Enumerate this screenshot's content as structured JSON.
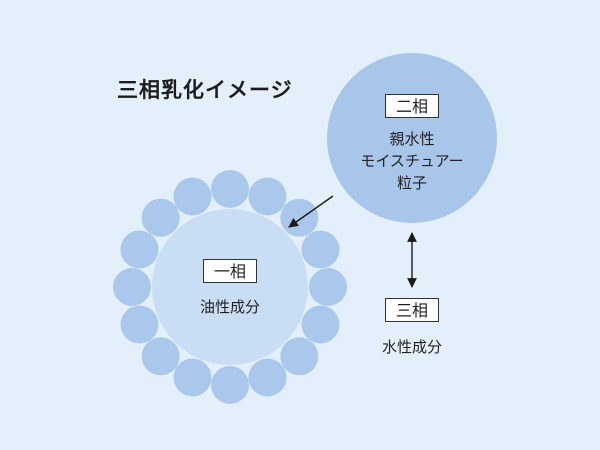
{
  "title": "三相乳化イメージ",
  "colors": {
    "background": "#e3f0fb",
    "large_circle": "#a8c6ea",
    "center_circle": "#c9ddf4",
    "small_particle": "#a9c8ec",
    "arrow": "#1a1a1a",
    "box_border": "#333333"
  },
  "phase2": {
    "box_label": "二相",
    "description_lines": [
      "親水性",
      "モイスチュアー",
      "粒子"
    ]
  },
  "phase1": {
    "box_label": "一相",
    "description": "油性成分"
  },
  "phase3": {
    "box_label": "三相",
    "description": "水性成分"
  },
  "particles": {
    "count": 16
  }
}
